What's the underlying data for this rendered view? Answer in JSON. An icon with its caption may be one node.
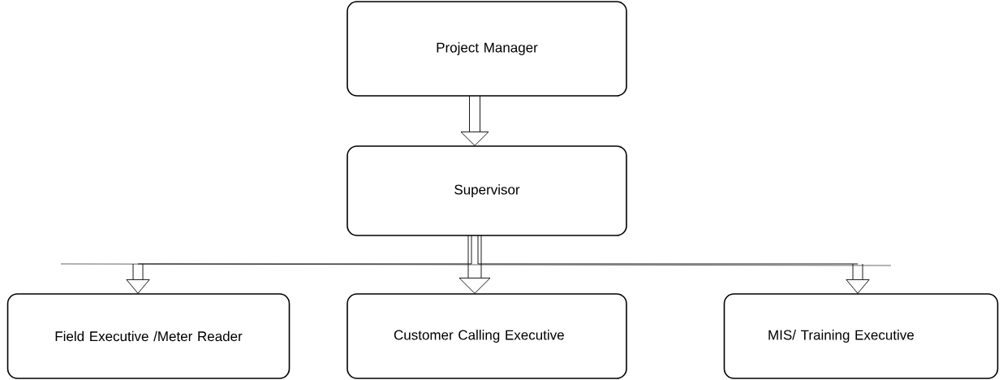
{
  "diagram": {
    "nodes": [
      {
        "text": [
          "Project Manager"
        ]
      },
      {
        "text": [
          "Supervisor"
        ]
      },
      {
        "text": [
          "Field Executive /Meter Reader"
        ]
      },
      {
        "text": [
          "Customer Calling Executive"
        ]
      },
      {
        "text": [
          "MIS/ Training Executive"
        ]
      }
    ],
    "edges": [
      {
        "from": 0,
        "to": 1,
        "arrow": "to"
      },
      {
        "from": 1,
        "to": 2,
        "arrow": "to"
      },
      {
        "from": 1,
        "to": 3,
        "arrow": "to"
      },
      {
        "from": 1,
        "to": 4,
        "arrow": "to"
      }
    ]
  }
}
